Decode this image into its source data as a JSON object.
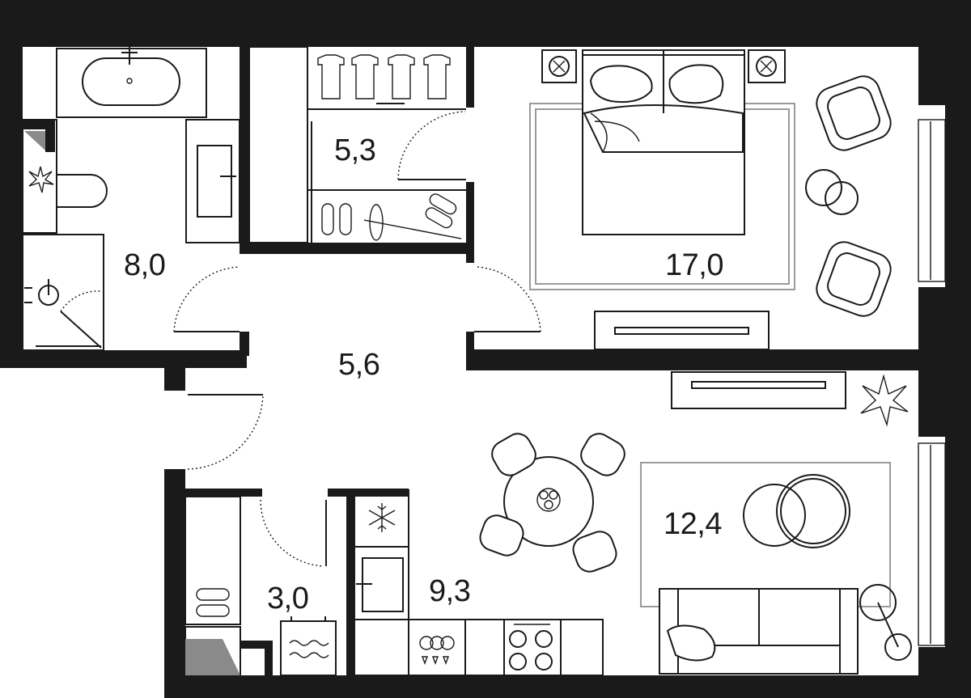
{
  "rooms": [
    {
      "id": "bathroom",
      "area": "8,0"
    },
    {
      "id": "wardrobe",
      "area": "5,3"
    },
    {
      "id": "bedroom",
      "area": "17,0"
    },
    {
      "id": "hall",
      "area": "5,6"
    },
    {
      "id": "living",
      "area": "12,4"
    },
    {
      "id": "storage",
      "area": "3,0"
    },
    {
      "id": "kitchen",
      "area": "9,3"
    }
  ],
  "colors": {
    "wall": "#1a1a1a",
    "rug": "#9a9a9a",
    "background": "#ffffff"
  }
}
